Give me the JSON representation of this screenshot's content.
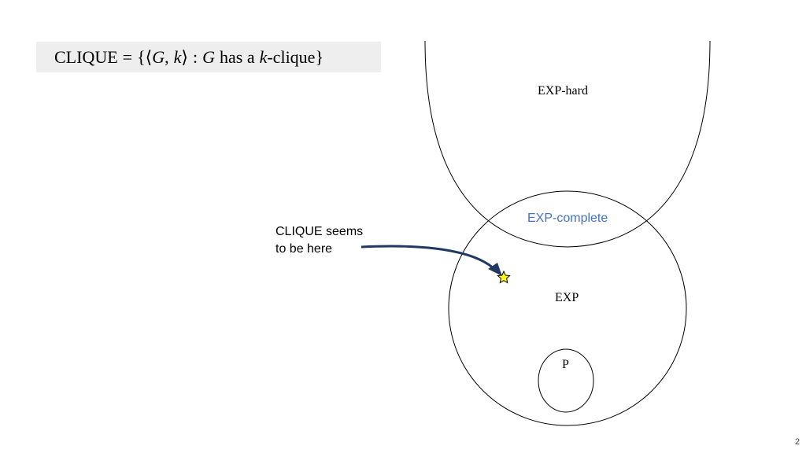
{
  "formula": {
    "name": "CLIQUE",
    "equals": "=",
    "open_brace": "{",
    "open_angle": "⟨",
    "G": "G",
    "comma": ",",
    "k": "k",
    "close_angle": "⟩",
    "colon": ":",
    "G2": "G",
    "has_a": "has a",
    "k2": "k",
    "clique_suffix": "-clique",
    "close_brace": "}"
  },
  "labels": {
    "exp_hard": "EXP-hard",
    "exp_complete": "EXP-complete",
    "exp": "EXP",
    "p": "P"
  },
  "note": {
    "line1": "CLIQUE seems",
    "line2": "to be here"
  },
  "page_number": "2",
  "colors": {
    "formula_bg": "#eeeeee",
    "exp_complete_text": "#4472c4",
    "arrow": "#1f3864",
    "star_fill": "#ffff00",
    "outline": "#000000"
  }
}
